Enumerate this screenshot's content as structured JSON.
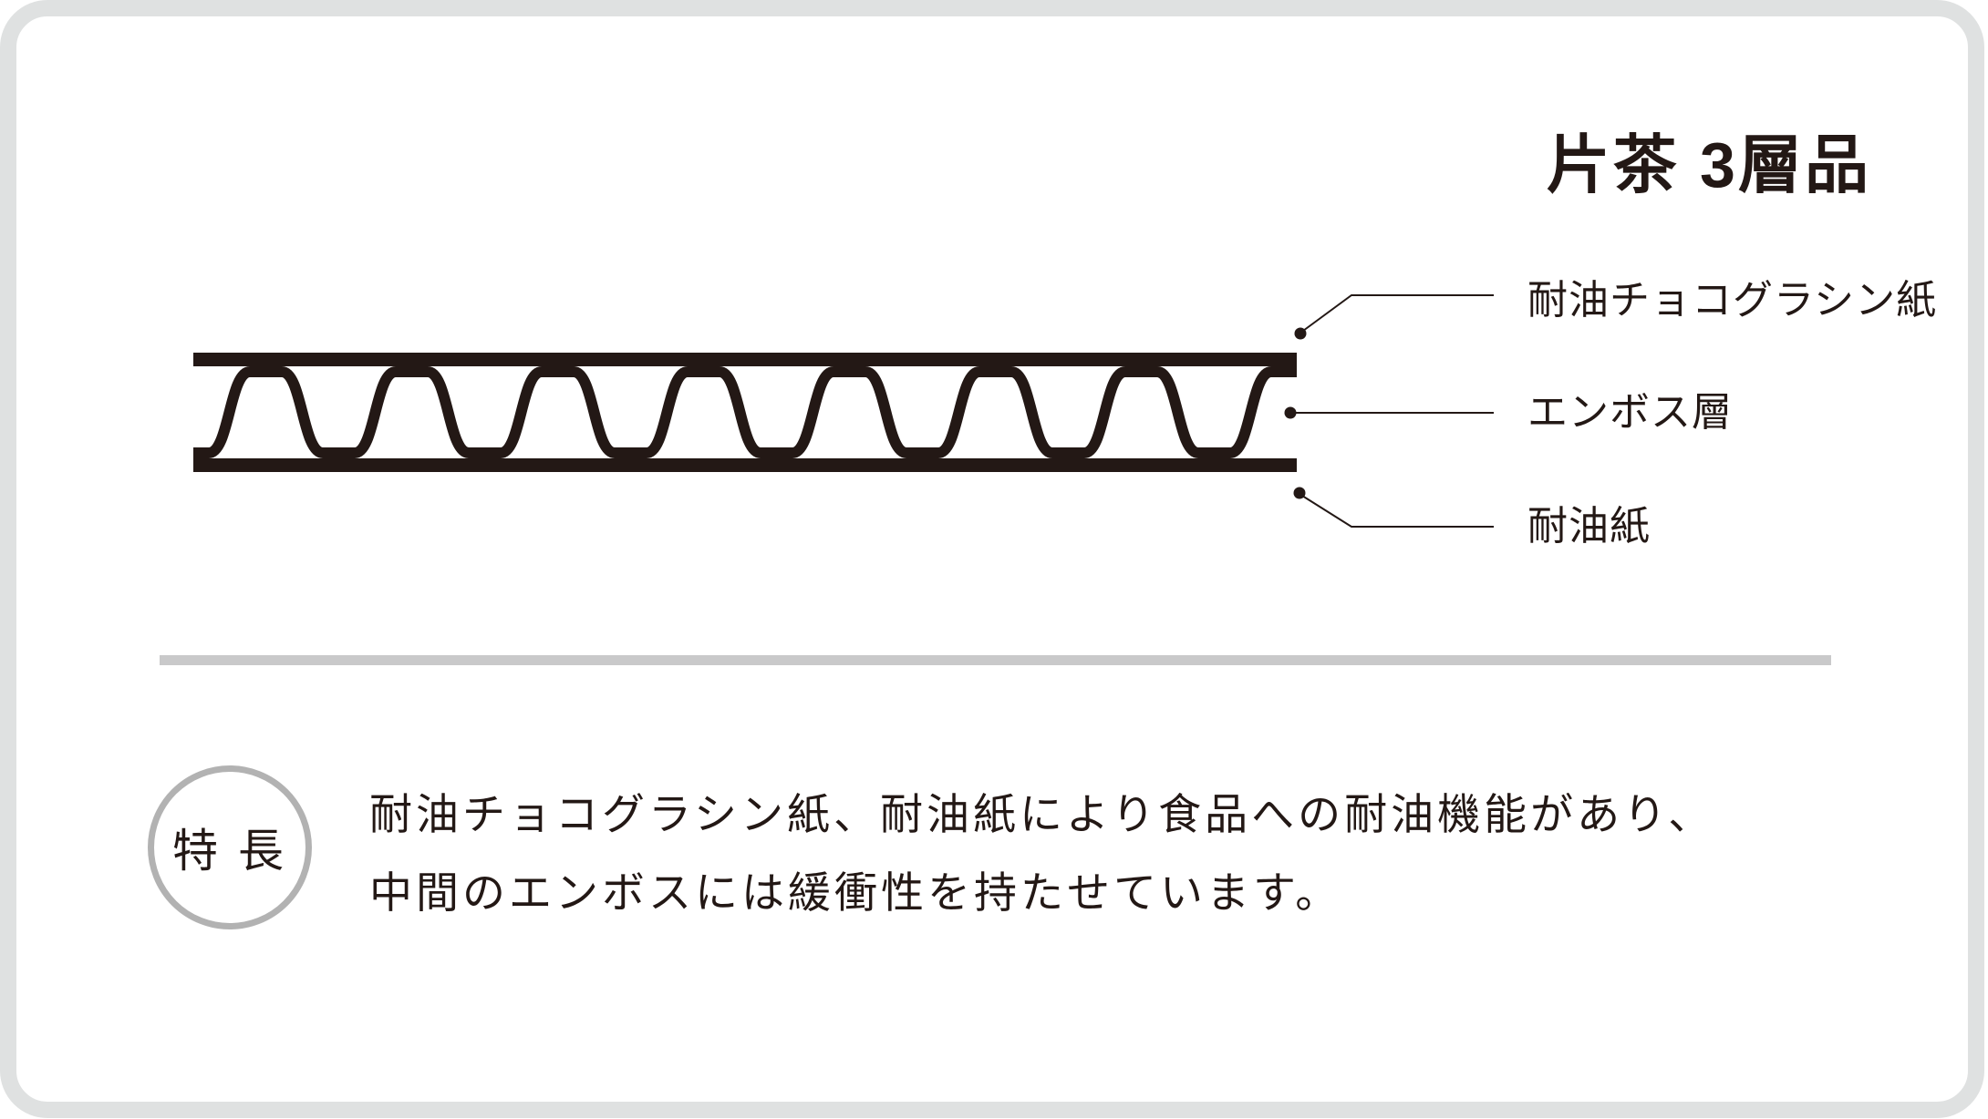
{
  "title": "片茶 3層品",
  "diagram": {
    "name": "layered-sheet-cross-section",
    "labels": [
      {
        "text": "耐油チョコグラシン紙"
      },
      {
        "text": "エンボス層"
      },
      {
        "text": "耐油紙"
      }
    ]
  },
  "feature": {
    "badge": "特 長",
    "line1": "耐油チョコグラシン紙、耐油紙により食品への耐油機能があり、",
    "line2": "中間のエンボスには緩衝性を持たせています。"
  },
  "colors": {
    "ink": "#231815",
    "frame": "#dfe1e1",
    "divider": "#c9c9ca",
    "badge_ring": "#b2b2b2"
  }
}
